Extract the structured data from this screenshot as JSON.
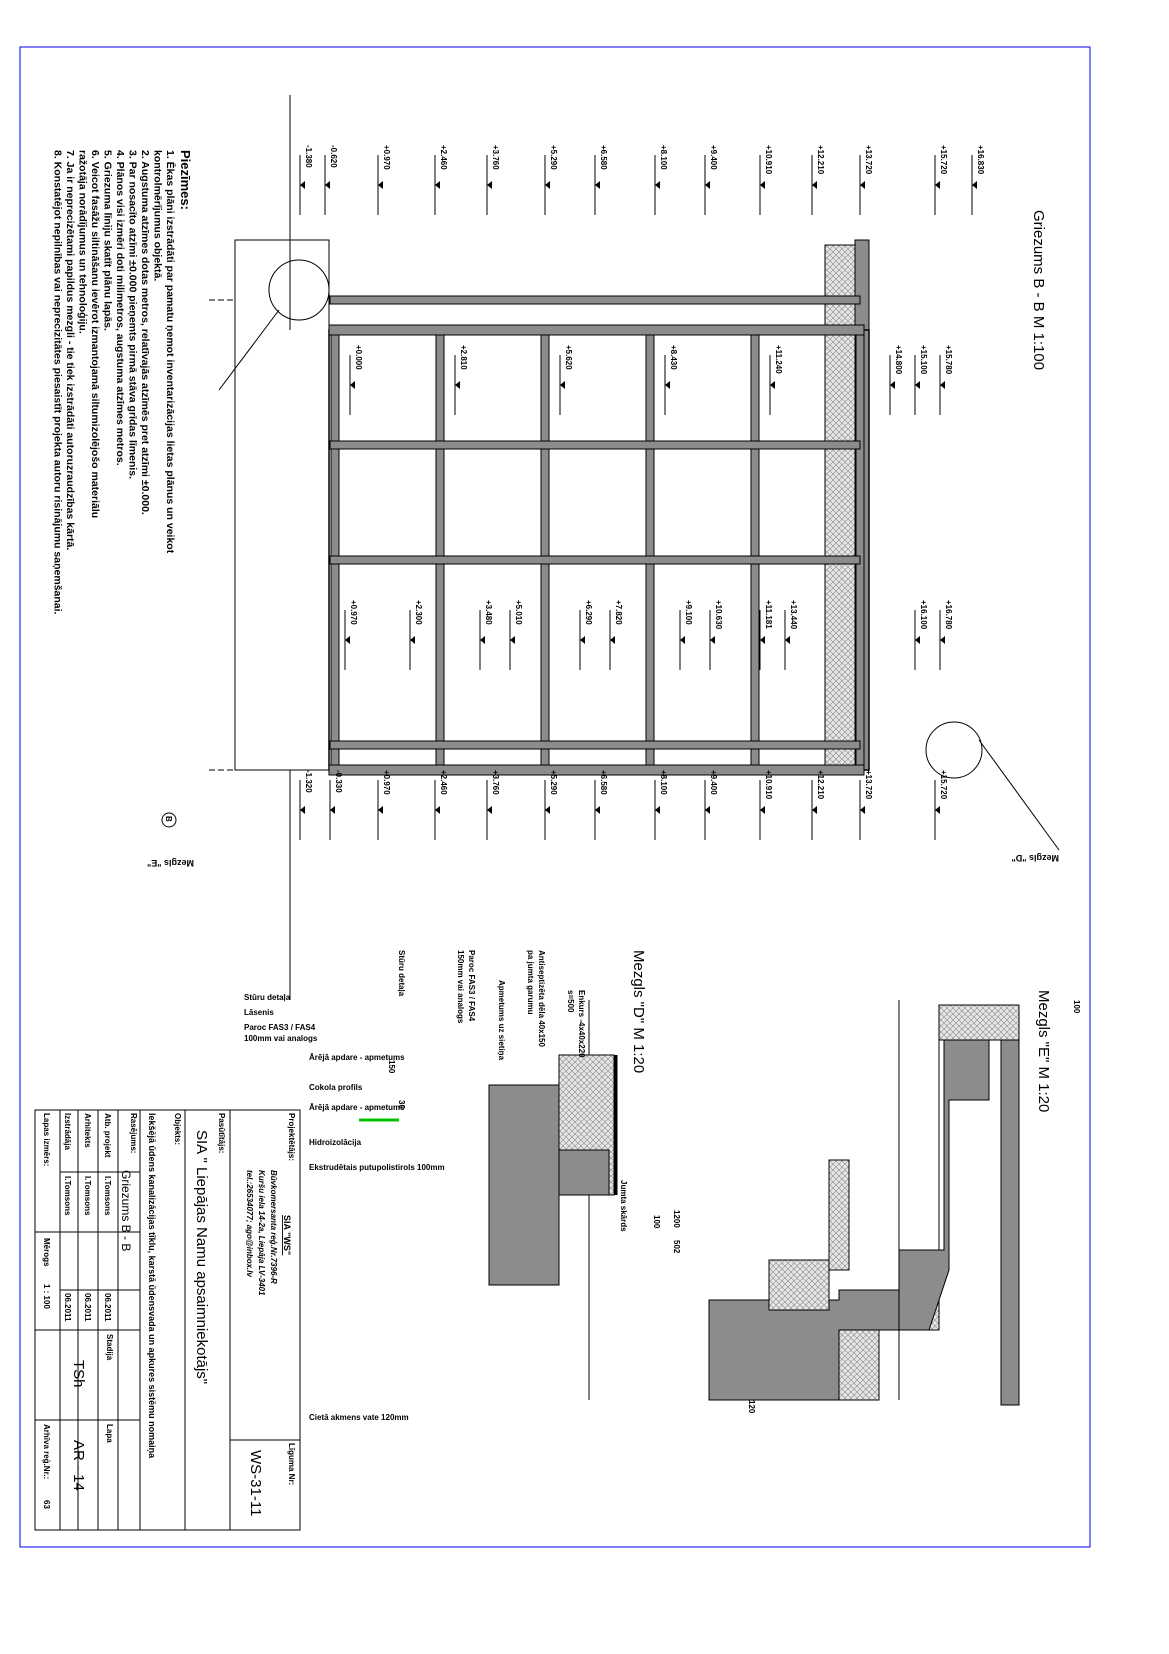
{
  "section": {
    "title": "Griezums B - B  M 1:100",
    "cut_label": "B",
    "callout_d": "Mezgls \"D\"",
    "callout_e": "Mezgls \"E\"",
    "elevations_left": [
      "-1.380",
      "-0.620",
      "+0.970",
      "+2.460",
      "+3.760",
      "+5.290",
      "+6.580",
      "+8.100",
      "+9.400",
      "+10.910",
      "+12.210",
      "+13.720",
      "+15.720",
      "+16.830"
    ],
    "elevations_right": [
      "-1.320",
      "-0.330",
      "+0.970",
      "+2.460",
      "+3.760",
      "+5.290",
      "+6.580",
      "+8.100",
      "+9.400",
      "+10.910",
      "+12.210",
      "+13.720",
      "+15.720"
    ],
    "inner_left": [
      "+0.000",
      "+2.810",
      "+5.620",
      "+8.430",
      "+11.240",
      "+14.800",
      "+15.100",
      "+15.780"
    ],
    "inner_right": [
      "+0.970",
      "+2.300",
      "+3.480",
      "+5.010",
      "+6.290",
      "+7.820",
      "+9.100",
      "+10.630",
      "+11.181",
      "+13.440",
      "+16.100",
      "+16.780"
    ]
  },
  "notes": {
    "heading": "Piezīmes:",
    "items": [
      "1. Ēkas plāni izstrādāti par pamatu ņemot inventarizācijas lietas plānus un veikot",
      "    kontrolmērījumus objektā.",
      "2. Augstuma atzīmes dotas metros, relatīvajās atzīmēs pret atzīmi ±0.000.",
      "3. Par nosacīto atzīmi ±0.000 pieņemts pirmā stāva grīdas līmenis.",
      "4. Plānos visi izmēri doti milimetros, augstuma atzīmes metros.",
      "5. Griezuma līniju skatīt plānu lapās.",
      "6. Veicot fasāžu siltināšanu ievērot izmantojamā siltumizolējošo materiālu",
      "    ražotāja norādījumus un tehnoloģiju.",
      "7. Ja ir neprecizētami papildus mezgli - tie tiek izstrādāti autoruzraudzības kārtā.",
      "8. Konstatējot nepilnības vai neprecizitātes piesaistīt projekta autoru risinājumu saņemšanai."
    ]
  },
  "detail_e": {
    "title": "Mezgls \"E\" M 1:20",
    "labels": [
      "Stūru detaļa",
      "Lāsenis",
      "Paroc FAS3 / FAS4",
      "100mm vai analogs",
      "Ārējā apdare - apmetums",
      "Cokola profils",
      "Ārējā apdare - apmetums",
      "Hidroizolācija",
      "Ekstrudētais putupolistirols 100mm",
      "Cietā akmens vate 120mm"
    ],
    "dims": [
      "100",
      "1200",
      "502",
      "100",
      "120"
    ]
  },
  "detail_d": {
    "title": "Mezgls \"D\" M 1:20",
    "labels": [
      "Enkurs -4x40x220",
      "s=500",
      "Antiseptizēta dēla 40x150",
      "pa jumta garumu",
      "Apmetums uz sietiņa",
      "Paroc FAS3 / FAS4",
      "150mm vai analogs",
      "Stūru detaļa",
      "Jumta skārds"
    ],
    "dims": [
      "150",
      "30"
    ]
  },
  "title_block": {
    "designer_label": "Projektētājs:",
    "designer_name": "SIA \"WS\"",
    "designer_reg": "Būvkomersanta reģ.Nr.7396-R",
    "designer_addr": "Kuršu iela 14-2a, Liepāja LV-3401",
    "designer_contact": "tel.:26534077; ago@inbox.lv",
    "contract_label": "Līguma Nr:",
    "contract_no": "WS-31-11",
    "client_label": "Pasūtītājs:",
    "client_name": "SIA \" Liepājas Namu apsaimniekotājs\"",
    "object_label": "Objekts:",
    "object_name": "Iekšējā ūdens kanalizācijas tīklu, karstā ūdensvada un apkures sistēmu nomaiņa",
    "drawing_label": "Rasējums:",
    "drawing_name": "Griezums B - B",
    "rows": [
      {
        "role": "Atb. projekt",
        "name": "I.Tomsons",
        "date": "06.2011"
      },
      {
        "role": "Arhitekts",
        "name": "I.Tomsons",
        "date": "06.2011"
      },
      {
        "role": "Izstrādāja",
        "name": "I.Tomsons",
        "date": "06.2011"
      }
    ],
    "stage_label": "Stadija",
    "stage": "TSh",
    "sheet_label": "Lapa",
    "sheet": "AR - 14",
    "paper_label": "Lapas izmērs:",
    "scale_label": "Mērogs",
    "scale": "1 : 100",
    "archive_label": "Arhīva reģ.Nr.:",
    "archive_no": "63"
  },
  "colors": {
    "frame": "#0000ff",
    "concrete": "#8c8c8c",
    "glass": "#00c000"
  }
}
